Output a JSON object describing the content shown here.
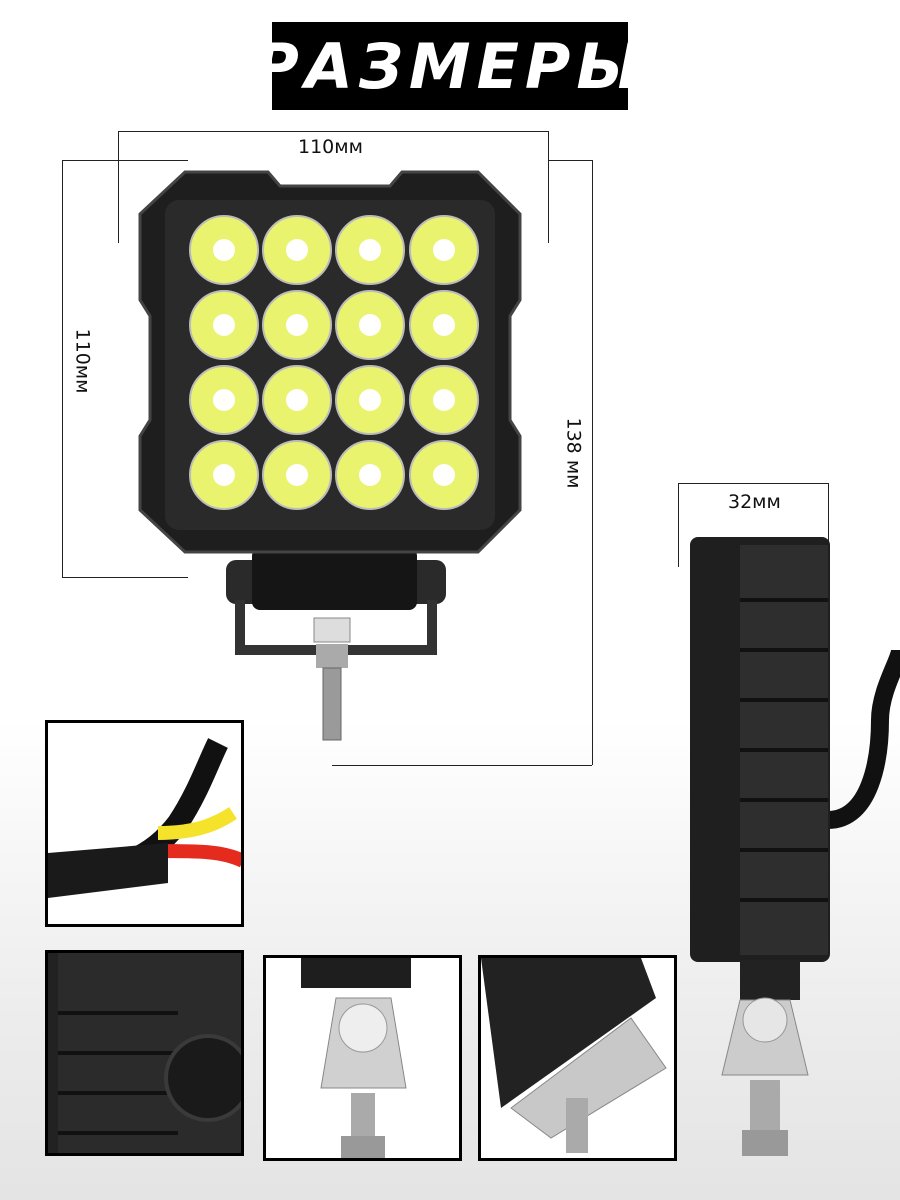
{
  "title": "РАЗМЕРЫ",
  "dimensions": {
    "width_top": "110мм",
    "height_left": "110мм",
    "height_total": "138 мм",
    "depth": "32мм"
  },
  "colors": {
    "led": "#e9f36e",
    "body": "#1e1e1e",
    "wire_red": "#e52a1e",
    "wire_yellow": "#f5e22a"
  }
}
